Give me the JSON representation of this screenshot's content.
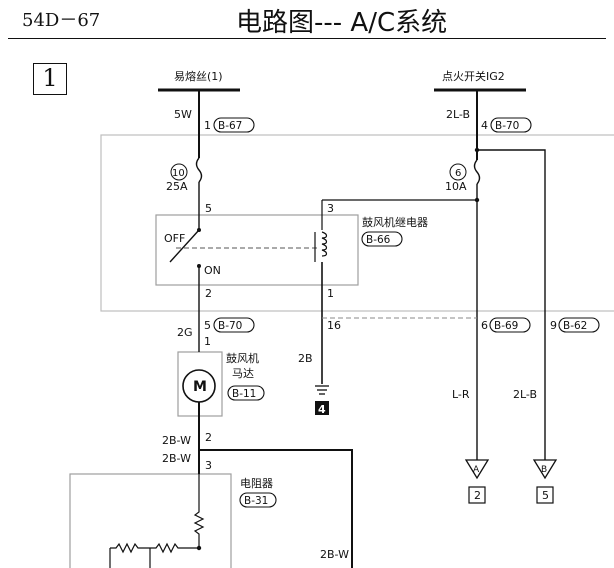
{
  "header": {
    "page_code": "54D－67",
    "title": "电路图--- A/C系统"
  },
  "sheet_number": "1",
  "sources": {
    "fusible_link": "易熔丝(1)",
    "ignition_switch": "点火开关IG2"
  },
  "wires": {
    "w_5w": "5W",
    "w_2lb_top": "2L-B",
    "w_2g": "2G",
    "w_2b": "2B",
    "w_lr": "L-R",
    "w_2lb_bottom": "2L-B",
    "w_2bw_1": "2B-W",
    "w_2bw_2": "2B-W",
    "w_2bw_3": "2B-W"
  },
  "pins": {
    "p1": "1",
    "p4": "4",
    "p5": "5",
    "p3": "3",
    "p2": "2",
    "p1b": "1",
    "p5b": "5",
    "p1c": "1",
    "p16": "16",
    "p6": "6",
    "p9": "9",
    "p2b": "2",
    "p3b": "3"
  },
  "connectors": {
    "b67": "B-67",
    "b70_top": "B-70",
    "b66": "B-66",
    "b70_mid": "B-70",
    "b69": "B-69",
    "b62": "B-62",
    "b11": "B-11",
    "b31": "B-31"
  },
  "fuses": {
    "f10_num": "10",
    "f10_rating": "25A",
    "f6_num": "6",
    "f6_rating": "10A"
  },
  "components": {
    "relay_name": "鼓风机继电器",
    "relay_off": "OFF",
    "relay_on": "ON",
    "motor_name_1": "鼓风机",
    "motor_name_2": "马达",
    "motor_symbol": "M",
    "resistor_name": "电阻器",
    "ground_ref": "4"
  },
  "offpage": {
    "a_letter": "A",
    "a_page": "2",
    "b_letter": "B",
    "b_page": "5"
  }
}
